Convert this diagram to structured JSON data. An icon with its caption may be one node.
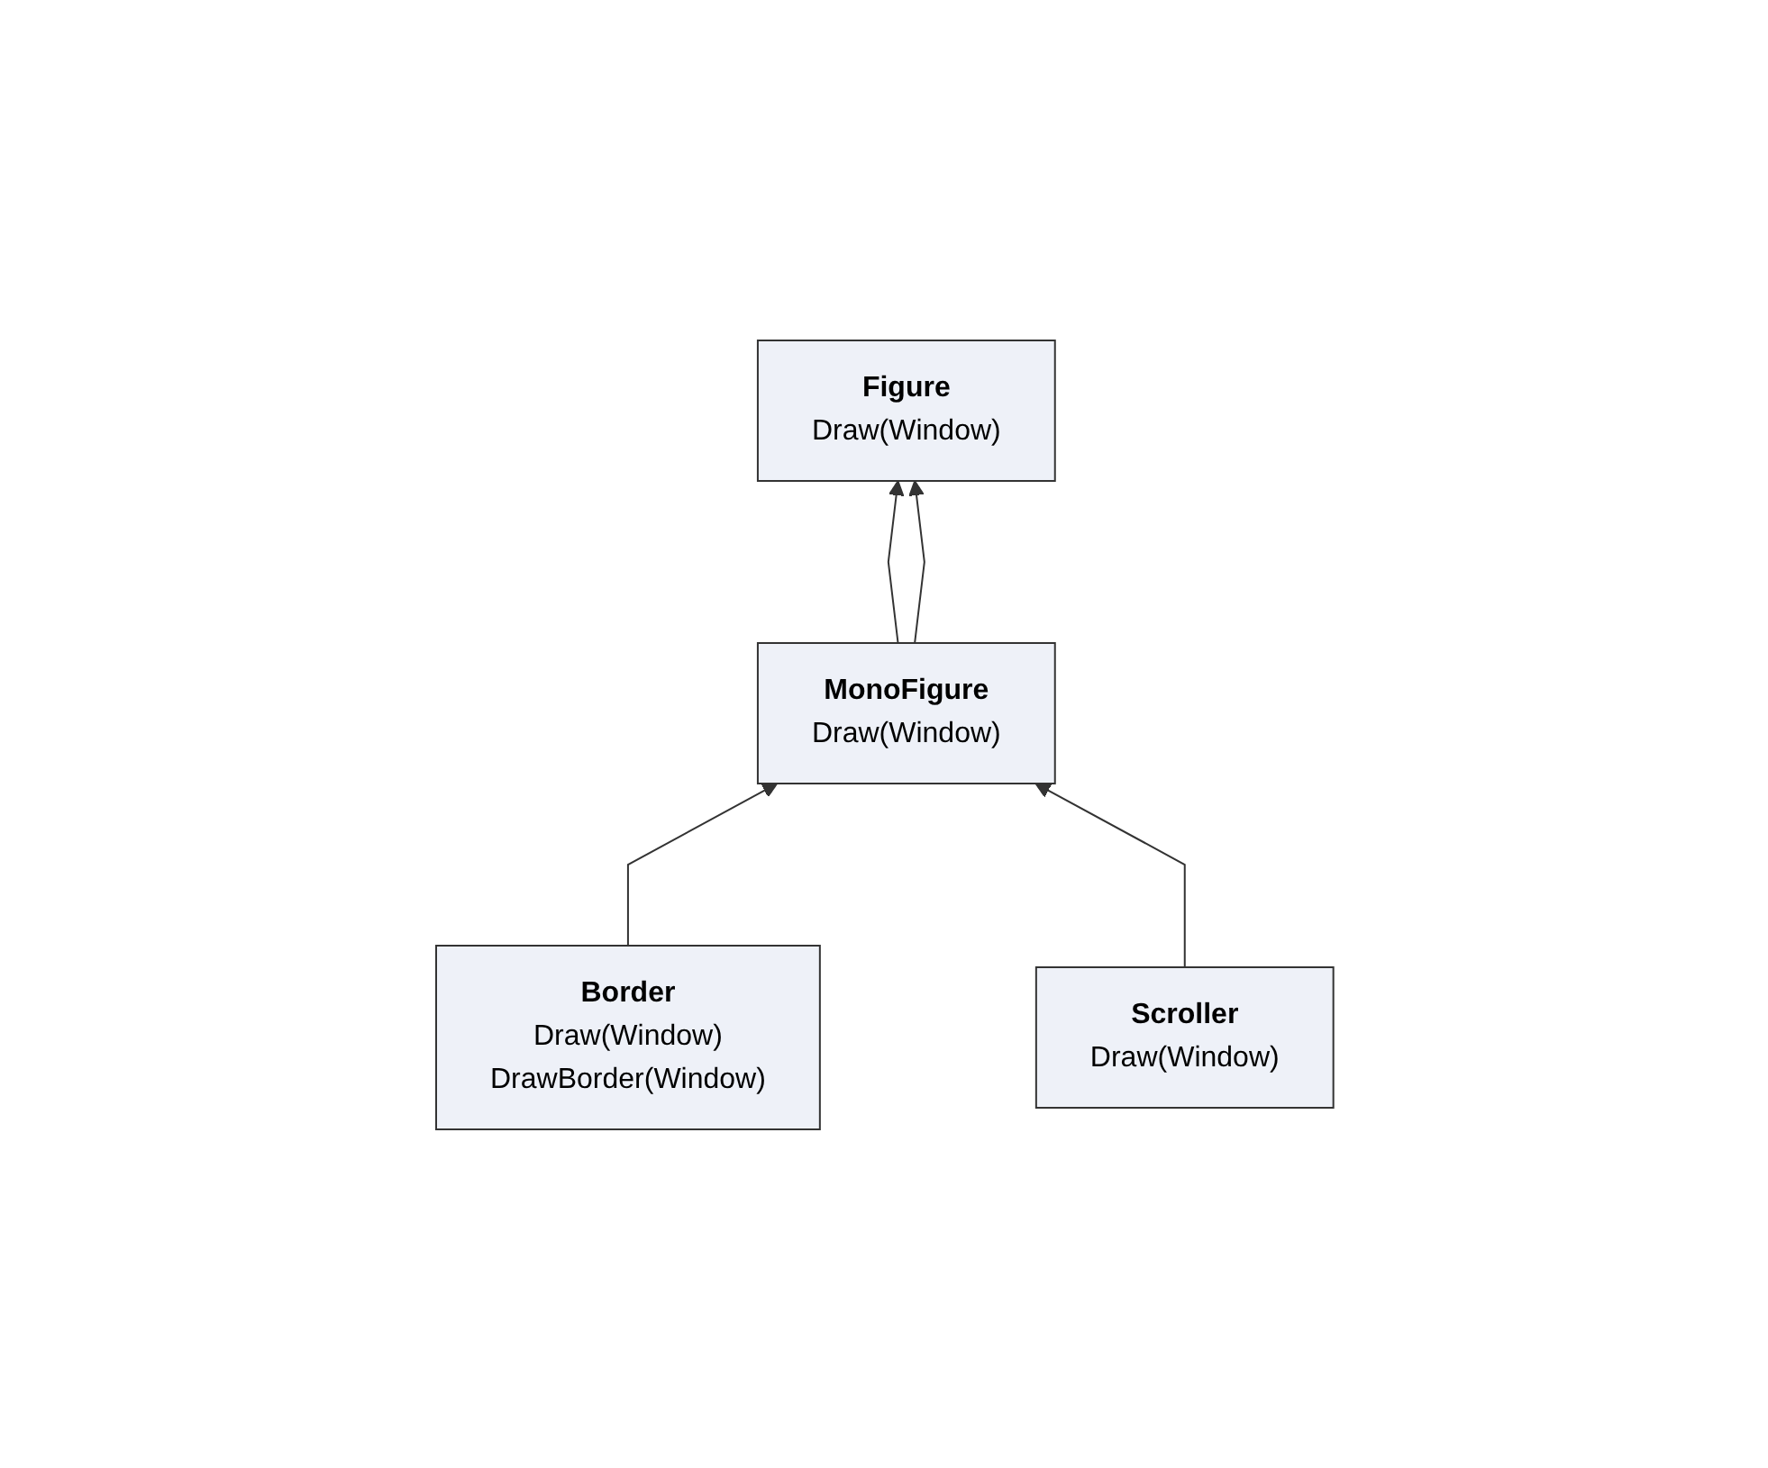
{
  "diagram": {
    "nodes": [
      {
        "text": [
          "Figure",
          "Draw(Window)"
        ]
      },
      {
        "text": [
          "MonoFigure",
          "Draw(Window)"
        ]
      },
      {
        "text": [
          "Border",
          "Draw(Window)",
          "DrawBorder(Window)"
        ]
      },
      {
        "text": [
          "Scroller",
          "Draw(Window)"
        ]
      }
    ],
    "edges": [
      {
        "from": 1,
        "to": 0,
        "arrow": "to"
      },
      {
        "from": 1,
        "to": 0,
        "arrow": "to"
      },
      {
        "from": 2,
        "to": 1,
        "arrow": "to"
      },
      {
        "from": 3,
        "to": 1,
        "arrow": "to"
      }
    ]
  }
}
